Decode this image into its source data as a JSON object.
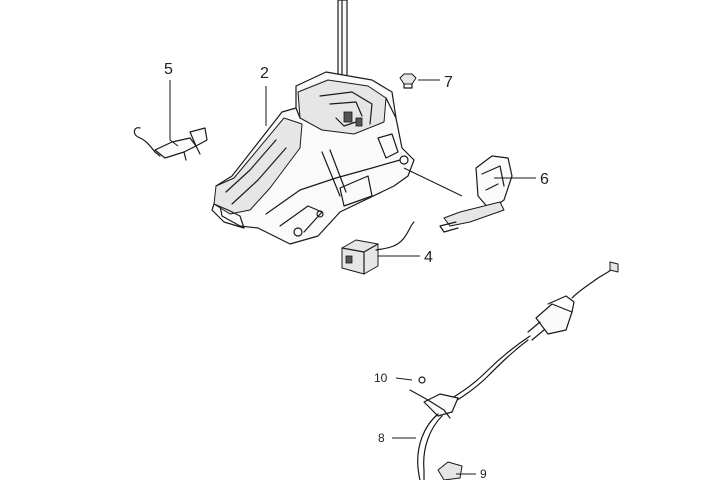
{
  "callouts": {
    "c2": "2",
    "c4": "4",
    "c5": "5",
    "c6": "6",
    "c7": "7",
    "c8": "8",
    "c9": "9",
    "c10": "10"
  }
}
